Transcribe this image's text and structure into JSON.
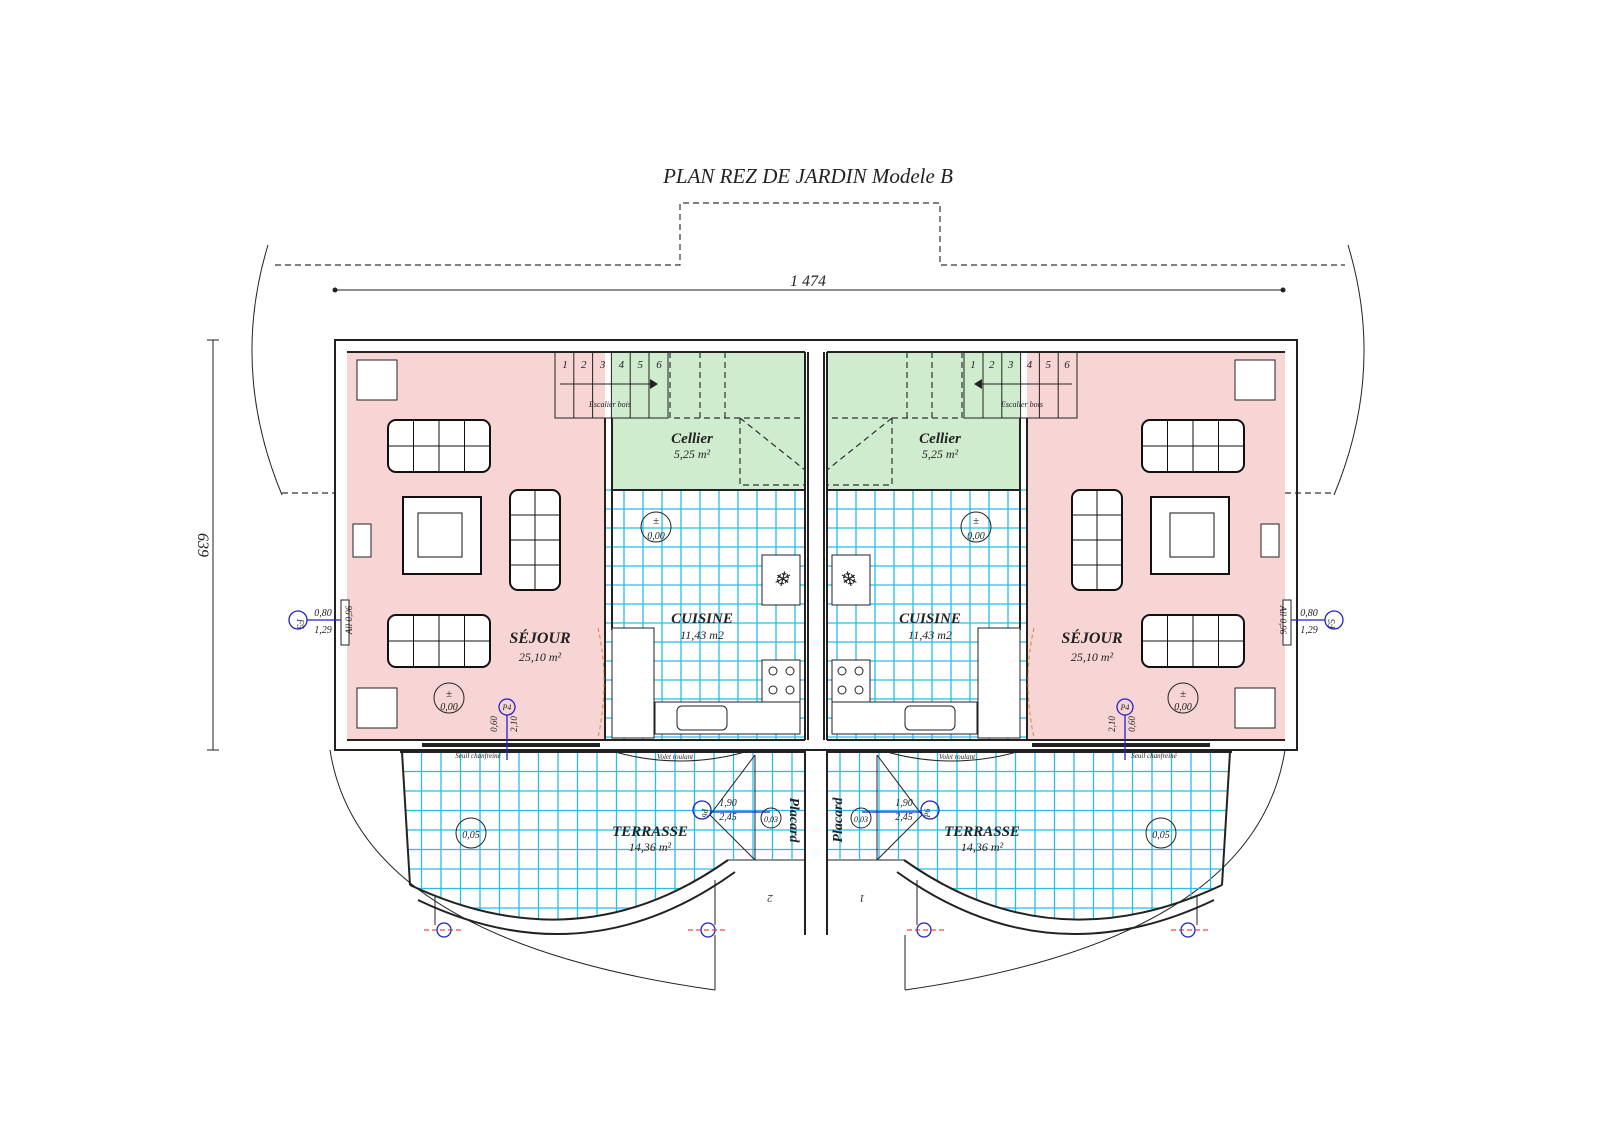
{
  "title": "PLAN REZ DE  JARDIN  Modele B",
  "dimensions": {
    "width_label": "1 474",
    "depth_label": "639"
  },
  "colors": {
    "sejour": "#f8d5d5",
    "cellier": "#cfeccf",
    "tile_grid": "#27bde6",
    "wall": "#222222",
    "marker": "#2222cc"
  },
  "units": [
    {
      "sejour": {
        "name": "SÉJOUR",
        "area": "25,10 m²",
        "level": "0,00"
      },
      "cellier": {
        "name": "Cellier",
        "area": "5,25 m²"
      },
      "cuisine": {
        "name": "CUISINE",
        "area": "11,43 m2",
        "level": "0,00"
      },
      "terrasse": {
        "name": "TERRASSE",
        "area": "14,36 m²",
        "level": "0,05"
      },
      "placard": {
        "name": "Placard",
        "level": "0,03"
      },
      "stairs": {
        "label": "Escalier bois",
        "steps": [
          "1",
          "2",
          "3",
          "4",
          "5",
          "6"
        ]
      },
      "window_f5": {
        "tag": "F5",
        "w": "0,80",
        "h": "1,29",
        "sill": "All 0,96"
      },
      "door_p4": {
        "tag": "P4",
        "w": "0,60",
        "h": "2,10"
      },
      "door_p6": {
        "tag": "P6",
        "w": "1,90",
        "h": "2,45"
      },
      "shutter_label": "Volet roulant",
      "sill_label": "Seuil chanfreiné",
      "tag_small": "2"
    },
    {
      "sejour": {
        "name": "SÉJOUR",
        "area": "25,10 m²",
        "level": "0,00"
      },
      "cellier": {
        "name": "Cellier",
        "area": "5,25 m²"
      },
      "cuisine": {
        "name": "CUISINE",
        "area": "11,43 m2",
        "level": "0,00"
      },
      "terrasse": {
        "name": "TERRASSE",
        "area": "14,36 m²",
        "level": "0,05"
      },
      "placard": {
        "name": "Placard",
        "level": "0,03"
      },
      "stairs": {
        "label": "Escalier bois",
        "steps": [
          "6",
          "5",
          "4",
          "3",
          "2",
          "1"
        ]
      },
      "window_f5": {
        "tag": "F5",
        "w": "0,80",
        "h": "1,29",
        "sill": "All 0,96"
      },
      "door_p4": {
        "tag": "P4",
        "w": "0,60",
        "h": "2,10"
      },
      "door_p6": {
        "tag": "P6",
        "w": "1,90",
        "h": "2,45"
      },
      "shutter_label": "Volet roulant",
      "sill_label": "Seuil chanfreiné",
      "tag_small": "1"
    }
  ]
}
